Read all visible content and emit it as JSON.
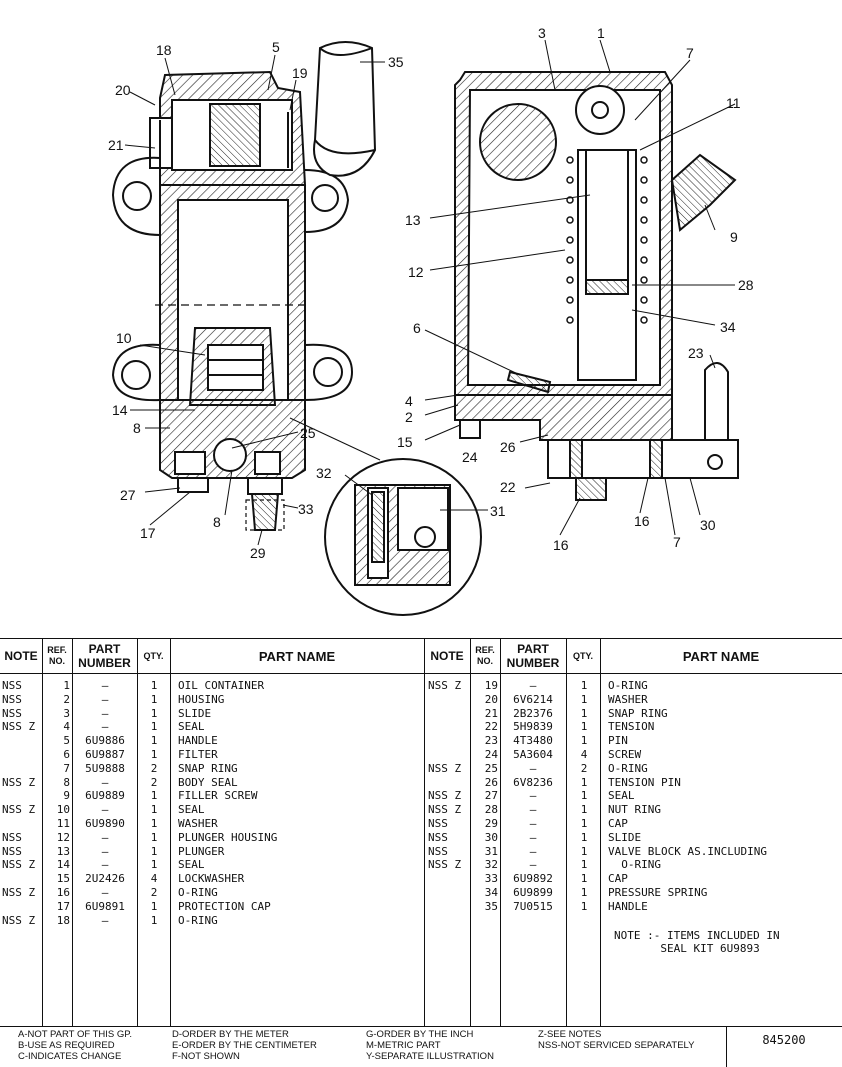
{
  "callouts": {
    "c1": "1",
    "c2": "2",
    "c3": "3",
    "c4": "4",
    "c5": "5",
    "c6": "6",
    "c7": "7",
    "c8": "8",
    "c9": "9",
    "c10": "10",
    "c11": "11",
    "c12": "12",
    "c13": "13",
    "c14": "14",
    "c15": "15",
    "c16": "16",
    "c17": "17",
    "c18": "18",
    "c19": "19",
    "c20": "20",
    "c21": "21",
    "c22": "22",
    "c23": "23",
    "c24": "24",
    "c25": "25",
    "c26": "26",
    "c27": "27",
    "c28": "28",
    "c29": "29",
    "c30": "30",
    "c31": "31",
    "c32": "32",
    "c33": "33",
    "c34": "34",
    "c35": "35"
  },
  "table_headers": {
    "note": "NOTE",
    "ref_no": "REF. NO.",
    "part_number": "PART NUMBER",
    "qty": "QTY.",
    "part_name": "PART NAME"
  },
  "left_rows": [
    {
      "note": "NSS",
      "ref": "1",
      "part": "—",
      "qty": "1",
      "name": "OIL CONTAINER"
    },
    {
      "note": "NSS",
      "ref": "2",
      "part": "—",
      "qty": "1",
      "name": "HOUSING"
    },
    {
      "note": "NSS",
      "ref": "3",
      "part": "—",
      "qty": "1",
      "name": "SLIDE"
    },
    {
      "note": "NSS Z",
      "ref": "4",
      "part": "—",
      "qty": "1",
      "name": "SEAL"
    },
    {
      "note": "",
      "ref": "5",
      "part": "6U9886",
      "qty": "1",
      "name": "HANDLE"
    },
    {
      "note": "",
      "ref": "6",
      "part": "6U9887",
      "qty": "1",
      "name": "FILTER"
    },
    {
      "note": "",
      "ref": "7",
      "part": "5U9888",
      "qty": "2",
      "name": "SNAP RING"
    },
    {
      "note": "NSS Z",
      "ref": "8",
      "part": "—",
      "qty": "2",
      "name": "BODY SEAL"
    },
    {
      "note": "",
      "ref": "9",
      "part": "6U9889",
      "qty": "1",
      "name": "FILLER SCREW"
    },
    {
      "note": "NSS Z",
      "ref": "10",
      "part": "—",
      "qty": "1",
      "name": "SEAL"
    },
    {
      "note": "",
      "ref": "11",
      "part": "6U9890",
      "qty": "1",
      "name": "WASHER"
    },
    {
      "note": "NSS",
      "ref": "12",
      "part": "—",
      "qty": "1",
      "name": "PLUNGER HOUSING"
    },
    {
      "note": "NSS",
      "ref": "13",
      "part": "—",
      "qty": "1",
      "name": "PLUNGER"
    },
    {
      "note": "NSS Z",
      "ref": "14",
      "part": "—",
      "qty": "1",
      "name": "SEAL"
    },
    {
      "note": "",
      "ref": "15",
      "part": "2U2426",
      "qty": "4",
      "name": "LOCKWASHER"
    },
    {
      "note": "NSS Z",
      "ref": "16",
      "part": "—",
      "qty": "2",
      "name": "O-RING"
    },
    {
      "note": "",
      "ref": "17",
      "part": "6U9891",
      "qty": "1",
      "name": "PROTECTION CAP"
    },
    {
      "note": "NSS Z",
      "ref": "18",
      "part": "—",
      "qty": "1",
      "name": "O-RING"
    }
  ],
  "right_rows": [
    {
      "note": "NSS Z",
      "ref": "19",
      "part": "—",
      "qty": "1",
      "name": "O-RING"
    },
    {
      "note": "",
      "ref": "20",
      "part": "6V6214",
      "qty": "1",
      "name": "WASHER"
    },
    {
      "note": "",
      "ref": "21",
      "part": "2B2376",
      "qty": "1",
      "name": "SNAP RING"
    },
    {
      "note": "",
      "ref": "22",
      "part": "5H9839",
      "qty": "1",
      "name": "TENSION"
    },
    {
      "note": "",
      "ref": "23",
      "part": "4T3480",
      "qty": "1",
      "name": "PIN"
    },
    {
      "note": "",
      "ref": "24",
      "part": "5A3604",
      "qty": "4",
      "name": "SCREW"
    },
    {
      "note": "NSS Z",
      "ref": "25",
      "part": "—",
      "qty": "2",
      "name": "O-RING"
    },
    {
      "note": "",
      "ref": "26",
      "part": "6V8236",
      "qty": "1",
      "name": "TENSION PIN"
    },
    {
      "note": "NSS Z",
      "ref": "27",
      "part": "—",
      "qty": "1",
      "name": "SEAL"
    },
    {
      "note": "NSS Z",
      "ref": "28",
      "part": "—",
      "qty": "1",
      "name": "NUT RING"
    },
    {
      "note": "NSS",
      "ref": "29",
      "part": "—",
      "qty": "1",
      "name": "CAP"
    },
    {
      "note": "NSS",
      "ref": "30",
      "part": "—",
      "qty": "1",
      "name": "SLIDE"
    },
    {
      "note": "NSS",
      "ref": "31",
      "part": "—",
      "qty": "1",
      "name": "VALVE BLOCK AS.INCLUDING"
    },
    {
      "note": "NSS Z",
      "ref": "32",
      "part": "—",
      "qty": "1",
      "name": "  O-RING"
    },
    {
      "note": "",
      "ref": "33",
      "part": "6U9892",
      "qty": "1",
      "name": "CAP"
    },
    {
      "note": "",
      "ref": "34",
      "part": "6U9899",
      "qty": "1",
      "name": "PRESSURE SPRING"
    },
    {
      "note": "",
      "ref": "35",
      "part": "7U0515",
      "qty": "1",
      "name": "HANDLE"
    }
  ],
  "note_z": "NOTE :- ITEMS INCLUDED IN\n       SEAL KIT 6U9893",
  "footer": {
    "col1": [
      "A-NOT PART OF THIS GP.",
      "B-USE AS REQUIRED",
      "C-INDICATES CHANGE"
    ],
    "col2": [
      "D-ORDER BY THE METER",
      "E-ORDER BY THE CENTIMETER",
      "F-NOT SHOWN"
    ],
    "col3": [
      "G-ORDER BY THE INCH",
      "M-METRIC PART",
      "Y-SEPARATE ILLUSTRATION"
    ],
    "col4": [
      "Z-SEE NOTES",
      "NSS-NOT SERVICED SEPARATELY"
    ],
    "doc_number": "845200"
  }
}
